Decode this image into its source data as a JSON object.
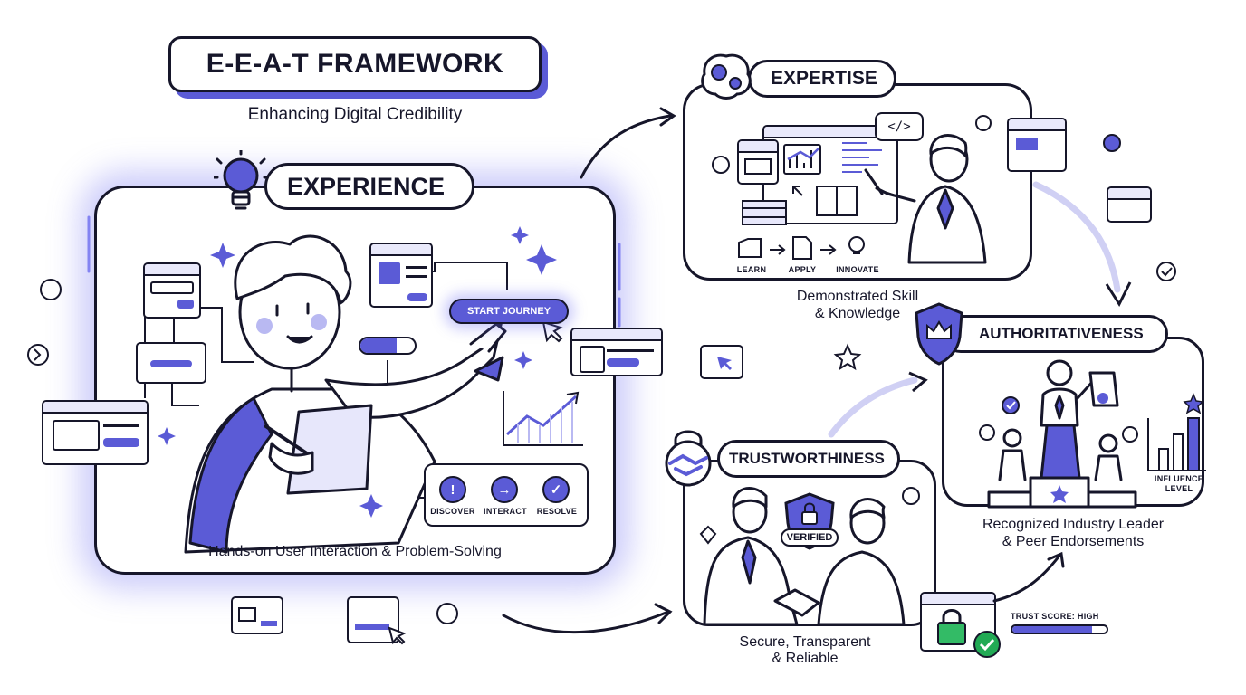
{
  "title": "E-E-A-T FRAMEWORK",
  "subtitle": "Enhancing Digital Credibility",
  "experience": {
    "label": "EXPERIENCE",
    "caption": "Hands-on User Interaction & Problem-Solving",
    "button": "START JOURNEY",
    "steps": [
      "DISCOVER",
      "INTERACT",
      "RESOLVE"
    ]
  },
  "expertise": {
    "label": "EXPERTISE",
    "caption_line1": "Demonstrated Skill",
    "caption_line2": "& Knowledge",
    "steps": [
      "LEARN",
      "APPLY",
      "INNOVATE"
    ]
  },
  "authoritativeness": {
    "label": "AUTHORITATIVENESS",
    "caption_line1": "Recognized Industry Leader",
    "caption_line2": "& Peer Endorsements",
    "chart_label_line1": "INFLUENCE",
    "chart_label_line2": "LEVEL"
  },
  "trustworthiness": {
    "label": "TRUSTWORTHINESS",
    "badge": "VERIFIED",
    "caption_line1": "Secure, Transparent",
    "caption_line2": "& Reliable",
    "trust_score": "TRUST SCORE: HIGH",
    "trust_level": 0.85
  },
  "colors": {
    "accent": "#5b5bd6",
    "ink": "#16162a",
    "glow": "#6e6ef0",
    "ok": "#22aa55"
  }
}
